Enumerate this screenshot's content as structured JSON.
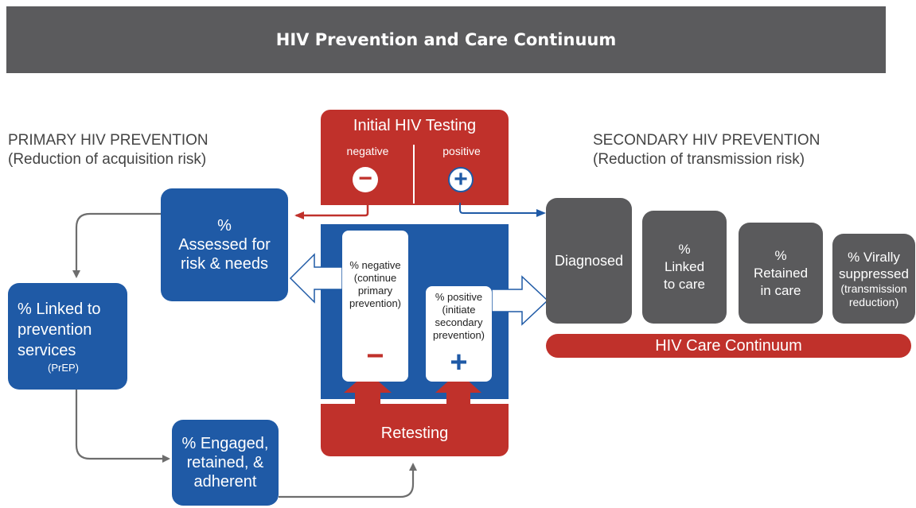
{
  "title": "HIV Prevention and Care Continuum",
  "primary": {
    "heading": "PRIMARY HIV PREVENTION",
    "subheading": "(Reduction of acquisition risk)"
  },
  "secondary": {
    "heading": "SECONDARY HIV PREVENTION",
    "subheading": "(Reduction of transmission risk)"
  },
  "testing": {
    "title": "Initial HIV Testing",
    "negative_label": "negative",
    "positive_label": "positive",
    "negative_symbol": "−",
    "positive_symbol": "+"
  },
  "center": {
    "negative_text": [
      "% negative",
      "(continue",
      "primary",
      "prevention)"
    ],
    "positive_text": [
      "% positive",
      "(initiate",
      "secondary",
      "prevention)"
    ],
    "minus": "−",
    "plus": "+"
  },
  "retesting": "Retesting",
  "prevention_boxes": {
    "assessed": [
      "%",
      "Assessed for",
      "risk & needs"
    ],
    "linked": [
      "% Linked to",
      "prevention",
      "services"
    ],
    "linked_note": "(PrEP)",
    "engaged": [
      "% Engaged,",
      "retained, &",
      "adherent"
    ]
  },
  "care_boxes": {
    "diagnosed": "Diagnosed",
    "linked": [
      "%",
      "Linked",
      "to care"
    ],
    "retained": [
      "%",
      "Retained",
      "in care"
    ],
    "suppressed": [
      "% Virally",
      "suppressed"
    ],
    "suppressed_note": [
      "(transmission",
      "reduction)"
    ]
  },
  "care_continuum": "HIV Care Continuum",
  "colors": {
    "blue": "#1f5aa6",
    "red": "#c0312b",
    "gray": "#5a5a5c",
    "arrow_gray": "#6d6d6d"
  }
}
